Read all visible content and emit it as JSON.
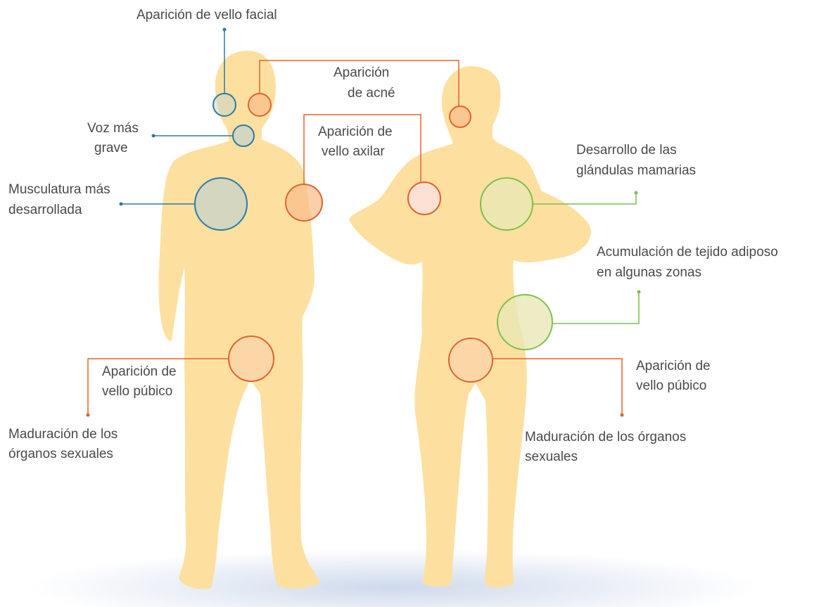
{
  "colors": {
    "silhouette": "#fde0a0",
    "silhouette_edge": "#fbd68c",
    "shadow": "#c9d5ea",
    "male_marker": "#2b7ba6",
    "male_fill": "#c9d3c8",
    "acne_marker": "#e0642e",
    "acne_fill": "#f9bf8c",
    "female_marker": "#7cc04b",
    "female_fill": "#eae7b5",
    "text": "#4a4a4a"
  },
  "labels": {
    "facial_hair": "Aparición de vello facial",
    "acne_1": "Aparición",
    "acne_2": "de acné",
    "voice_1": "Voz más",
    "voice_2": "grave",
    "muscle_1": "Musculatura más",
    "muscle_2": "desarrollada",
    "axillary_1": "Aparición de",
    "axillary_2": "vello axilar",
    "mammary_1": "Desarrollo de las",
    "mammary_2": "glándulas mamarias",
    "adipose_1": "Acumulación de tejido adiposo",
    "adipose_2": "en algunas zonas",
    "male_pubic_1": "Aparición de",
    "male_pubic_2": "vello púbico",
    "male_organs_1": "Maduración de los",
    "male_organs_2": "órganos sexuales",
    "female_pubic_1": "Aparición de",
    "female_pubic_2": "vello púbico",
    "female_organs_1": "Maduración de los órganos",
    "female_organs_2": "sexuales"
  }
}
